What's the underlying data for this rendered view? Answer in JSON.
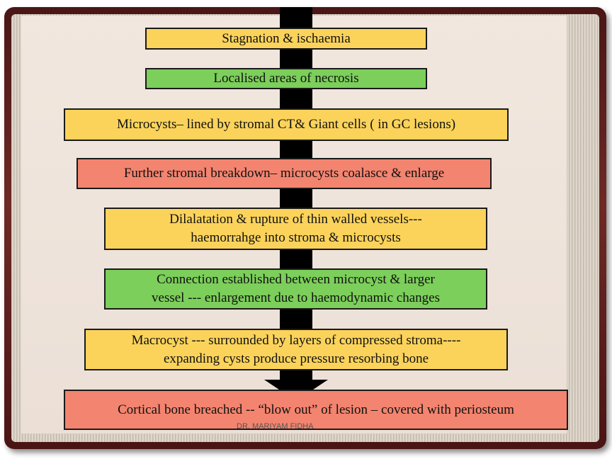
{
  "flow": {
    "steps": [
      {
        "text": "Stagnation & ischaemia",
        "color": "#fbd35b"
      },
      {
        "text": "Localised areas of necrosis",
        "color": "#7ccf5a"
      },
      {
        "text": "Microcysts– lined by stromal CT& Giant cells ( in GC lesions)",
        "color": "#fbd35b"
      },
      {
        "text": "Further stromal breakdown– microcysts coalasce & enlarge",
        "color": "#f3846f"
      },
      {
        "text": "Dilalatation & rupture of thin walled vessels---\nhaemorrahge into stroma & microcysts",
        "color": "#fbd35b"
      },
      {
        "text": "Connection established between microcyst & larger\nvessel --- enlargement due to haemodynamic changes",
        "color": "#7ccf5a"
      },
      {
        "text": "Macrocyst --- surrounded by layers of compressed stroma----\nexpanding cysts produce pressure resorbing bone",
        "color": "#fbd35b"
      },
      {
        "text": "Cortical bone breached --  “blow out” of lesion – covered with periosteum",
        "color": "#f3846f"
      }
    ]
  },
  "footer": {
    "author": "DR. MARIYAM FIDHA"
  }
}
